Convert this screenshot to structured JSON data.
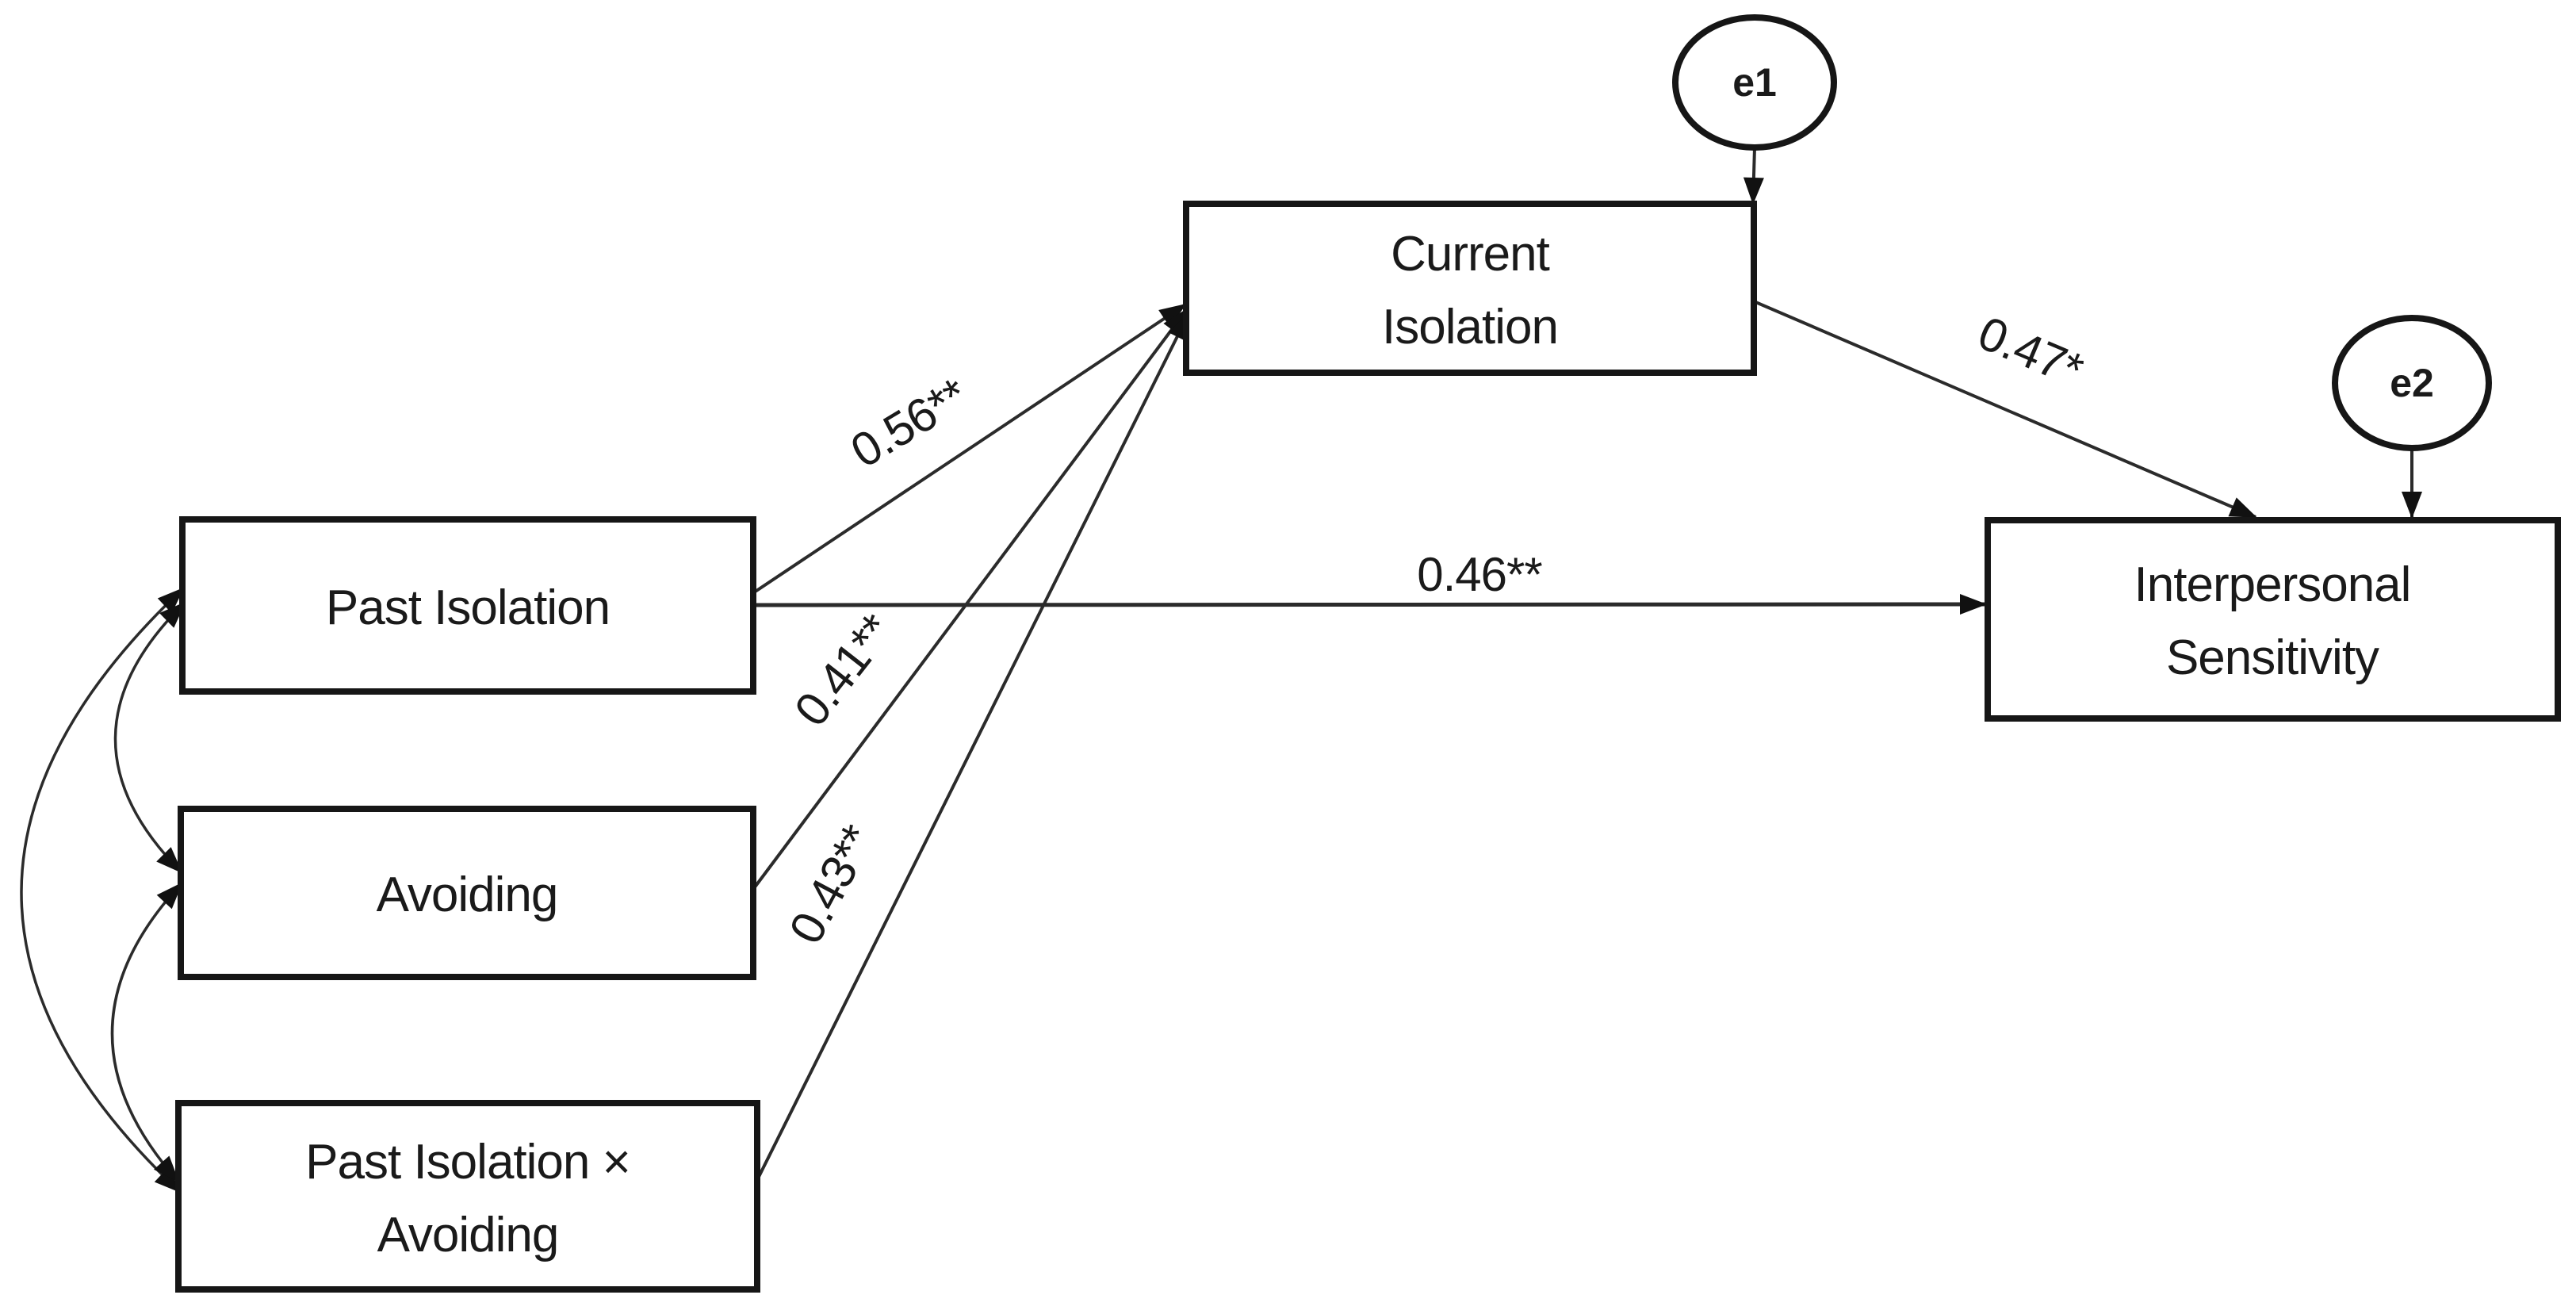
{
  "diagram": {
    "type": "sem-path-model",
    "colors": {
      "background": "#ffffff",
      "shape_stroke": "#161616",
      "line_stroke": "#2b2b2b",
      "text": "#1a1a1a"
    },
    "nodes": {
      "past_isolation": {
        "label": "Past Isolation"
      },
      "avoiding": {
        "label": "Avoiding"
      },
      "past_isolation_x_avoiding": {
        "line1": "Past Isolation ×",
        "line2": "Avoiding"
      },
      "current_isolation": {
        "line1": "Current",
        "line2": "Isolation"
      },
      "interpersonal_sensitivity": {
        "line1": "Interpersonal",
        "line2": "Sensitivity"
      }
    },
    "error_terms": {
      "e1": {
        "label": "e1",
        "points_to": "current_isolation"
      },
      "e2": {
        "label": "e2",
        "points_to": "interpersonal_sensitivity"
      }
    },
    "paths": {
      "past_isolation_to_current_isolation": {
        "label": "0.56**"
      },
      "avoiding_to_current_isolation": {
        "label": "0.41**"
      },
      "interaction_to_current_isolation": {
        "label": "0.43**"
      },
      "past_isolation_to_interpersonal_sensitivity": {
        "label": "0.46**"
      },
      "current_isolation_to_interpersonal_sensitivity": {
        "label": "0.47*"
      }
    },
    "covariances": [
      "past_isolation <-> avoiding",
      "avoiding <-> past_isolation_x_avoiding",
      "past_isolation <-> past_isolation_x_avoiding"
    ]
  }
}
